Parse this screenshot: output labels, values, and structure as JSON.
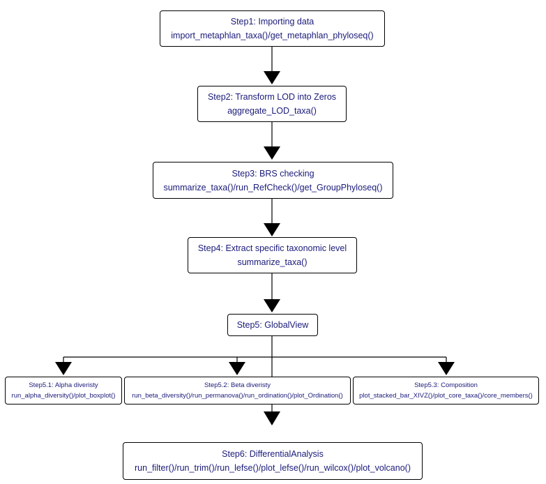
{
  "steps": [
    {
      "id": "step1",
      "title": "Step1: Importing data",
      "functions": "import_metaphlan_taxa()/get_metaphlan_phyloseq()"
    },
    {
      "id": "step2",
      "title": "Step2: Transform LOD into Zeros",
      "functions": "aggregate_LOD_taxa()"
    },
    {
      "id": "step3",
      "title": "Step3: BRS checking",
      "functions": "summarize_taxa()/run_RefCheck()/get_GroupPhyloseq()"
    },
    {
      "id": "step4",
      "title": "Step4: Extract specific taxonomic level",
      "functions": "summarize_taxa()"
    },
    {
      "id": "step5",
      "title": "Step5: GlobalView",
      "functions": ""
    },
    {
      "id": "step5_1",
      "title": "Step5.1: Alpha diveristy",
      "functions": "run_alpha_diversity()/plot_boxplot()"
    },
    {
      "id": "step5_2",
      "title": "Step5.2: Beta diveristy",
      "functions": "run_beta_diversity()/run_permanova()/run_ordination()/plot_Ordination()"
    },
    {
      "id": "step5_3",
      "title": "Step5.3: Composition",
      "functions": "plot_stacked_bar_XIVZ()/plot_core_taxa()/core_members()"
    },
    {
      "id": "step6",
      "title": "Step6: DifferentialAnalysis",
      "functions": "run_filter()/run_trim()/run_lefse()/plot_lefse()/run_wilcox()/plot_volcano()"
    }
  ],
  "colors": {
    "text": "#1a1a7a",
    "border": "#000000",
    "arrow": "#000000"
  }
}
